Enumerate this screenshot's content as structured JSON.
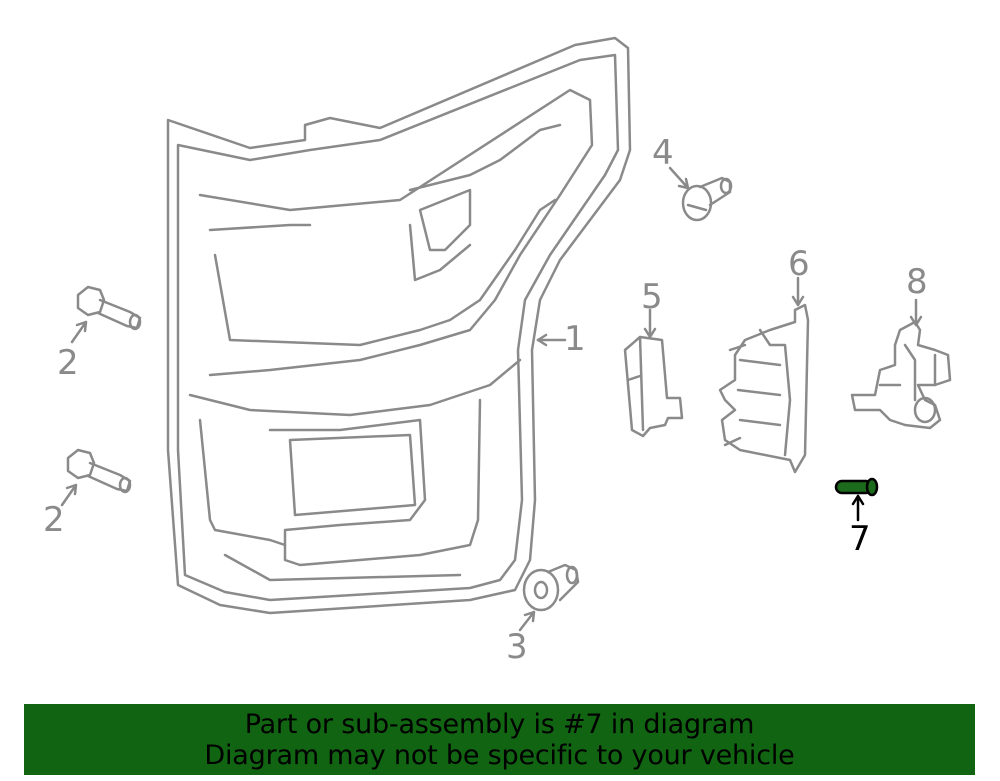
{
  "diagram": {
    "title": "Tail lamp assembly exploded diagram",
    "highlight_color": "#1c6b1c",
    "line_color": "#8a8a8a",
    "callouts": [
      {
        "id": "1",
        "label": "1",
        "part": "tail-lamp-assembly"
      },
      {
        "id": "2a",
        "label": "2",
        "part": "bolt-upper"
      },
      {
        "id": "2b",
        "label": "2",
        "part": "bolt-lower"
      },
      {
        "id": "3",
        "label": "3",
        "part": "grommet"
      },
      {
        "id": "4",
        "label": "4",
        "part": "nut"
      },
      {
        "id": "5",
        "label": "5",
        "part": "module"
      },
      {
        "id": "6",
        "label": "6",
        "part": "bulb-socket-bracket"
      },
      {
        "id": "7",
        "label": "7",
        "part": "pin",
        "highlighted": true
      },
      {
        "id": "8",
        "label": "8",
        "part": "connector-socket"
      }
    ]
  },
  "banner": {
    "line1": "Part or sub-assembly is #7 in diagram",
    "line2": "Diagram may not be specific to your vehicle",
    "background": "#116411"
  }
}
